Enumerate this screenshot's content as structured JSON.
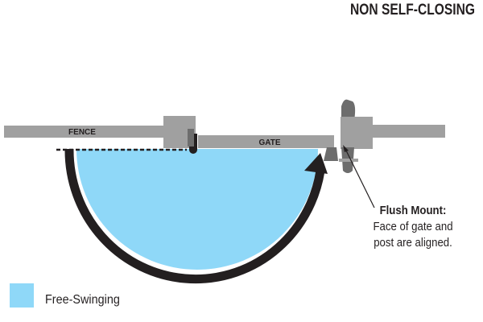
{
  "title": "NON SELF-CLOSING",
  "labels": {
    "fence": "FENCE",
    "gate": "GATE"
  },
  "note": {
    "heading": "Flush Mount:",
    "line1": "Face of gate and",
    "line2": "post are aligned."
  },
  "legend": {
    "label": "Free-Swinging",
    "color": "#8fd8f8"
  },
  "colors": {
    "structure": "#a0a0a0",
    "dark": "#231f20",
    "hardware": "#6d6d6d"
  }
}
